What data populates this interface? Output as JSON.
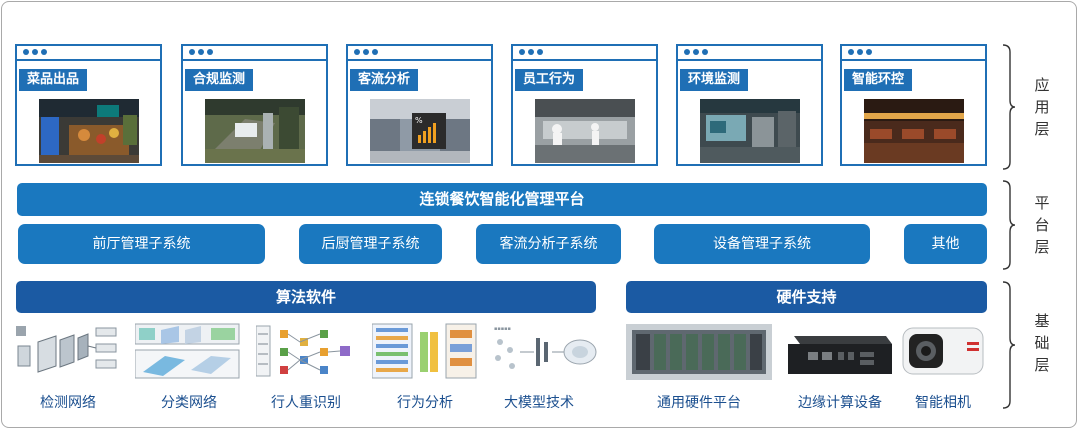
{
  "apps": [
    {
      "label": "菜品出品"
    },
    {
      "label": "合规监测"
    },
    {
      "label": "客流分析"
    },
    {
      "label": "员工行为"
    },
    {
      "label": "环境监测"
    },
    {
      "label": "智能环控"
    }
  ],
  "platform": {
    "title": "连锁餐饮智能化管理平台",
    "subsystems": [
      "前厅管理子系统",
      "后厨管理子系统",
      "客流分析子系统",
      "设备管理子系统",
      "其他"
    ]
  },
  "base": {
    "algorithm_title": "算法软件",
    "hardware_title": "硬件支持",
    "algorithms": [
      "检测网络",
      "分类网络",
      "行人重识别",
      "行为分析",
      "大模型技术"
    ],
    "hardware": [
      "通用硬件平台",
      "边缘计算设备",
      "智能相机"
    ]
  },
  "layers": {
    "application": "应用层",
    "platform": "平台层",
    "foundation": "基础层"
  },
  "colors": {
    "primary_blue": "#1a78bf",
    "dark_blue": "#1b5aa3",
    "window_border": "#1f6fb5",
    "label_text": "#1b4f8f"
  }
}
